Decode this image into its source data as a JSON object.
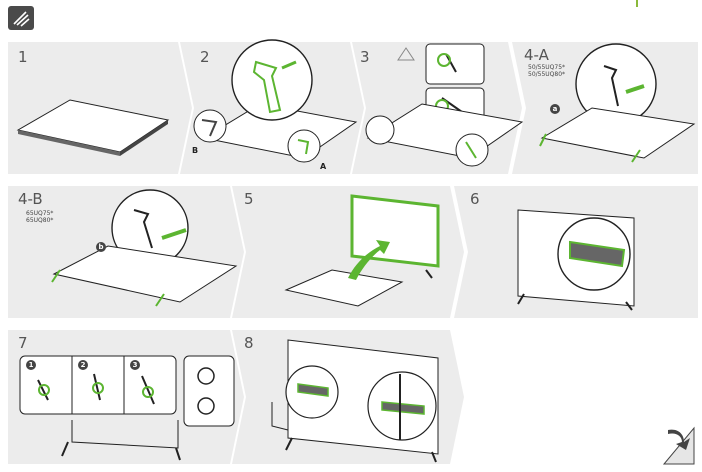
{
  "steps": [
    {
      "number": "1"
    },
    {
      "number": "2",
      "labels": [
        "B",
        "A"
      ]
    },
    {
      "number": "3"
    },
    {
      "number": "4-A",
      "models": [
        "50/55UQ75*",
        "50/55UQ80*"
      ],
      "badge": "a"
    },
    {
      "number": "4-B",
      "models": [
        "65UQ75*",
        "65UQ80*"
      ],
      "badge": "b"
    },
    {
      "number": "5"
    },
    {
      "number": "6"
    },
    {
      "number": "7",
      "sub": [
        "1",
        "2",
        "3"
      ]
    },
    {
      "number": "8"
    }
  ],
  "colors": {
    "panel": "#ececec",
    "accent": "#8ab93a",
    "line": "#222222",
    "green": "#5cb531"
  },
  "icons": [
    "logo-icon",
    "warning-icon",
    "lock-icon",
    "unlock-icon",
    "page-curl-icon"
  ]
}
